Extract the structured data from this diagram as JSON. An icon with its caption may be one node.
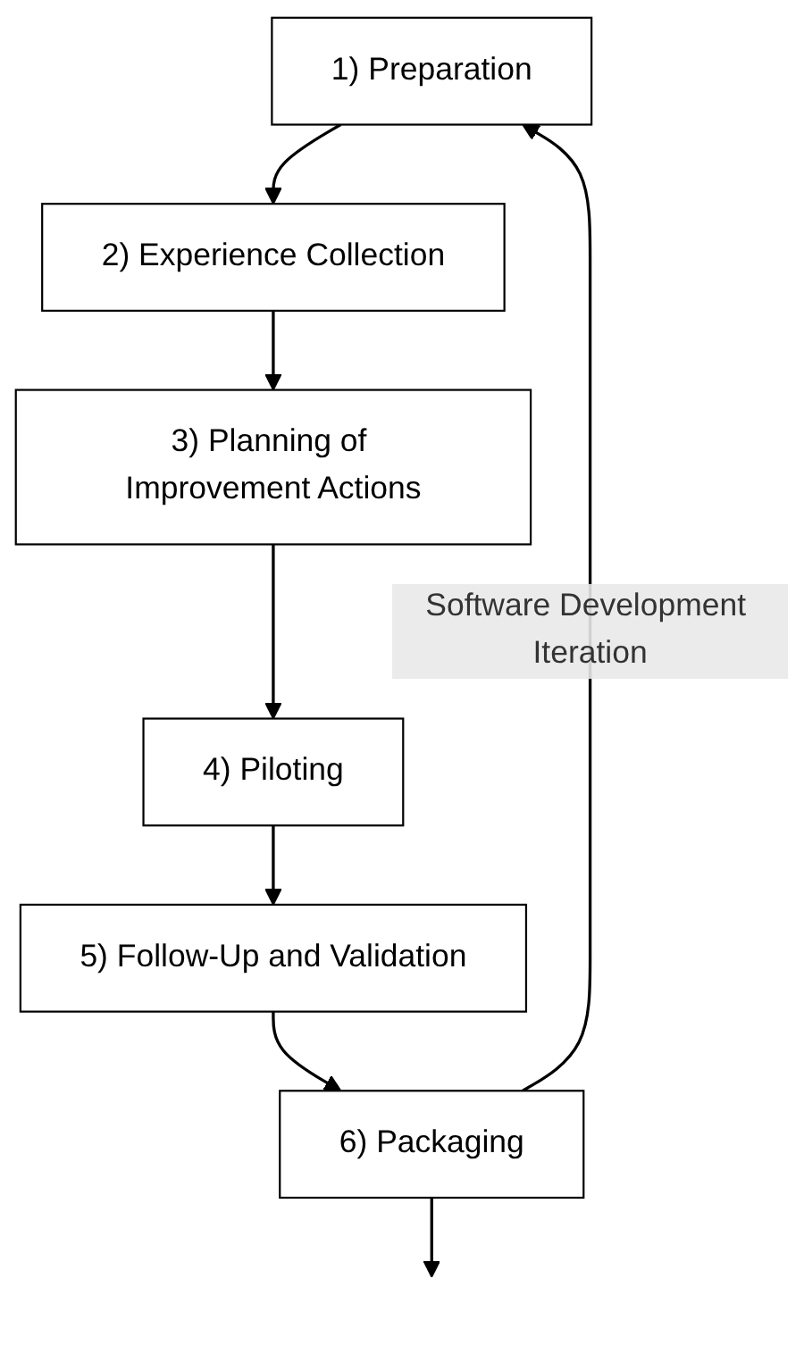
{
  "diagram": {
    "nodes": [
      {
        "text": [
          "1) Preparation"
        ]
      },
      {
        "text": [
          "2) Experience Collection"
        ]
      },
      {
        "text": [
          "3) Planning of Improvement Actions"
        ]
      },
      {
        "text": [
          "4) Piloting"
        ]
      },
      {
        "text": [
          "5) Follow-Up and Validation"
        ]
      },
      {
        "text": [
          "6) Packaging"
        ]
      }
    ],
    "edges": [
      {
        "from": 0,
        "to": 1,
        "arrow": "to"
      },
      {
        "from": 1,
        "to": 2,
        "arrow": "to"
      },
      {
        "from": 2,
        "to": 3,
        "arrow": "to"
      },
      {
        "from": 3,
        "to": 4,
        "arrow": "to"
      },
      {
        "from": 4,
        "to": 5,
        "arrow": "to"
      },
      {
        "from": 5,
        "to": null,
        "arrow": "to"
      },
      {
        "from": 5,
        "to": 0,
        "arrow": "to",
        "label": "Software Development Iteration"
      }
    ]
  }
}
